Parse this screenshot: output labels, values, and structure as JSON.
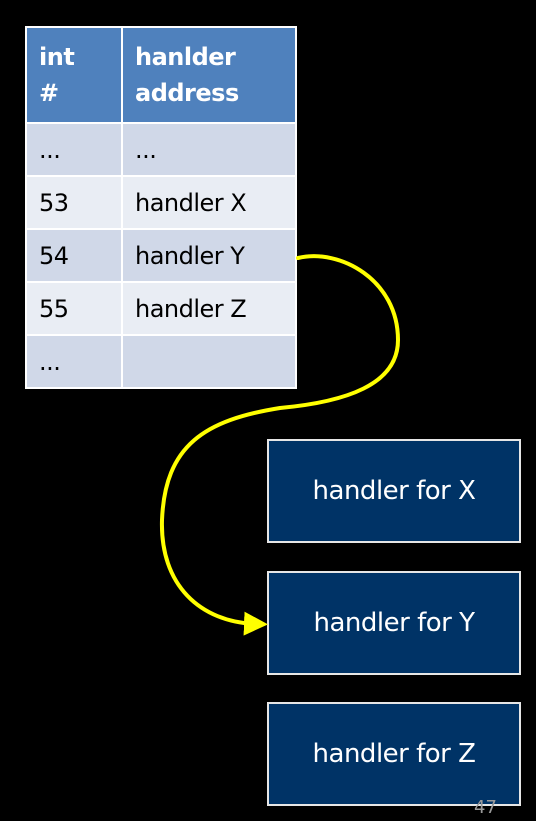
{
  "table": {
    "headers": [
      [
        "int",
        "#"
      ],
      [
        "hanlder",
        "address"
      ]
    ],
    "rows": [
      [
        "...",
        "..."
      ],
      [
        "53",
        "handler X"
      ],
      [
        "54",
        "handler Y"
      ],
      [
        "55",
        "handler Z"
      ],
      [
        "...",
        ""
      ]
    ]
  },
  "handlers": [
    "handler for X",
    "handler for Y",
    "handler for Z"
  ],
  "slide_number": "47",
  "colors": {
    "background": "#000000",
    "table_header": "#4f81bd",
    "table_row_dark": "#d0d8e8",
    "table_row_light": "#e9edf4",
    "handler_box": "#003366",
    "arrow": "#ffff00"
  }
}
